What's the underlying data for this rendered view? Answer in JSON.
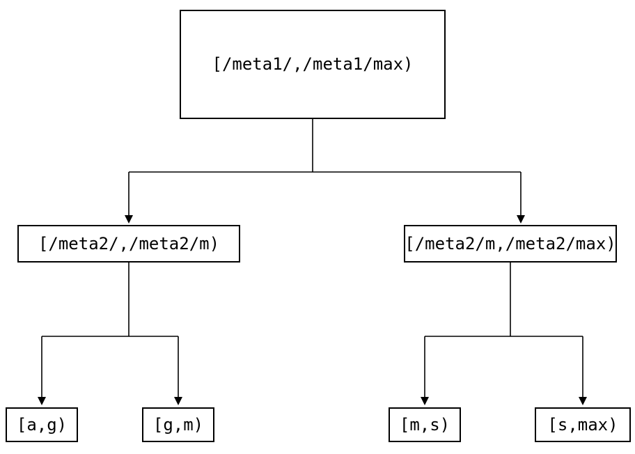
{
  "diagram": {
    "root": {
      "label": "[/meta1/,/meta1/max)"
    },
    "level2": [
      {
        "label": "[/meta2/,/meta2/m)"
      },
      {
        "label": "[/meta2/m,/meta2/max)"
      }
    ],
    "leaves": [
      {
        "label": "[a,g)"
      },
      {
        "label": "[g,m)"
      },
      {
        "label": "[m,s)"
      },
      {
        "label": "[s,max)"
      }
    ]
  }
}
